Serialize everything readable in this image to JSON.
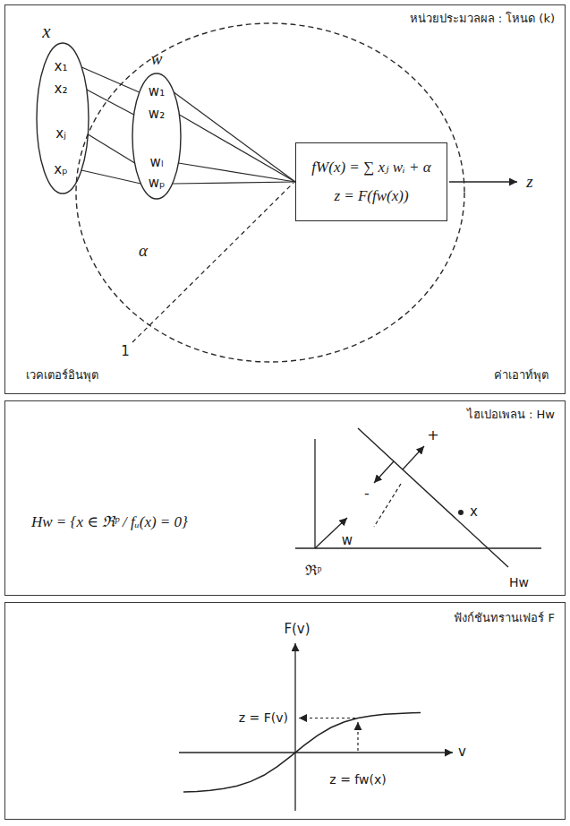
{
  "diagram": {
    "nodes": [
      {
        "text": [
          "หน่วยประมวลผล : โหนด (k)",
          "เวคเตอร์อินพุต",
          "ค่าเอาท์พุต"
        ]
      },
      {
        "text": [
          "x",
          "x₁",
          "x₂",
          "xⱼ",
          "xₚ"
        ],
        "in": 0
      },
      {
        "text": [
          "α"
        ],
        "in": 0
      },
      {
        "text": [
          "w",
          "w₁",
          "w₂",
          "wₗ",
          "wₚ"
        ],
        "in": 2
      },
      {
        "text": [
          "fW(x) = ∑ xⱼ wᵢ + α",
          "z = F(fw(x))"
        ],
        "in": 2
      },
      {
        "text": [
          "ไฮเปอเพลน : Hw",
          "Hw = {x ∈ ℜᵖ / fᵤ(x) = 0}"
        ]
      },
      {
        "text": [
          "ฟังก์ชันทรานเฟอร์ F"
        ]
      }
    ],
    "edges": [
      {
        "from": 1,
        "to": 3,
        "arrow": "none"
      },
      {
        "from": 1,
        "to": 3,
        "arrow": "none"
      },
      {
        "from": 1,
        "to": 3,
        "arrow": "none"
      },
      {
        "from": 1,
        "to": 3,
        "arrow": "none"
      },
      {
        "from": 3,
        "to": 4,
        "arrow": "none"
      },
      {
        "from": 3,
        "to": 4,
        "arrow": "none"
      },
      {
        "from": 3,
        "to": 4,
        "arrow": "none"
      },
      {
        "from": 3,
        "to": 4,
        "arrow": "none"
      }
    ],
    "labels": [
      "z",
      "1",
      "+",
      "-",
      "w",
      "x",
      "ℜᵖ",
      "Hw",
      "F(v)",
      "v",
      "z = F(v)",
      "z = fw(x)"
    ]
  }
}
